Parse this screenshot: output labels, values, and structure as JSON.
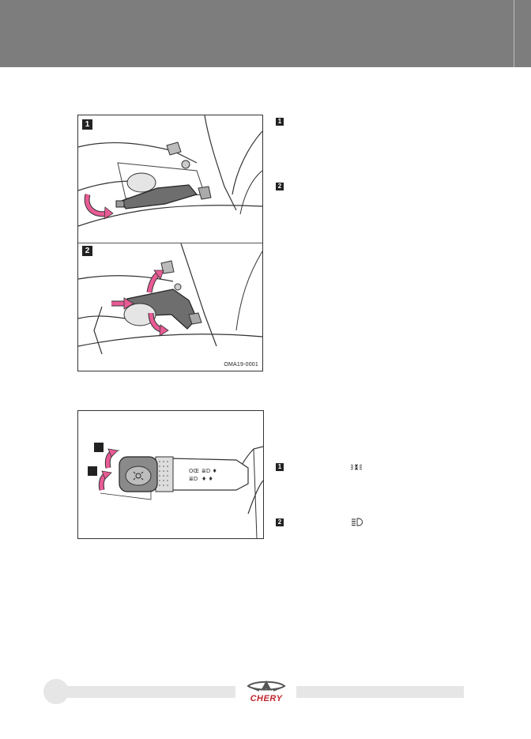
{
  "figure1": {
    "badge_1": "1",
    "badge_2": "2",
    "code": "OMA19-0001"
  },
  "side_labels": {
    "top_1": "1",
    "top_2": "2",
    "bottom_1": "1",
    "bottom_2": "2"
  },
  "icons": {
    "bottom_1": "parking-lights-icon",
    "bottom_2": "headlight-icon"
  },
  "footer": {
    "brand": "CHERY"
  },
  "colors": {
    "header": "#7d7d7d",
    "accent_arrow": "#e85b95",
    "brand_red": "#c0252b"
  }
}
